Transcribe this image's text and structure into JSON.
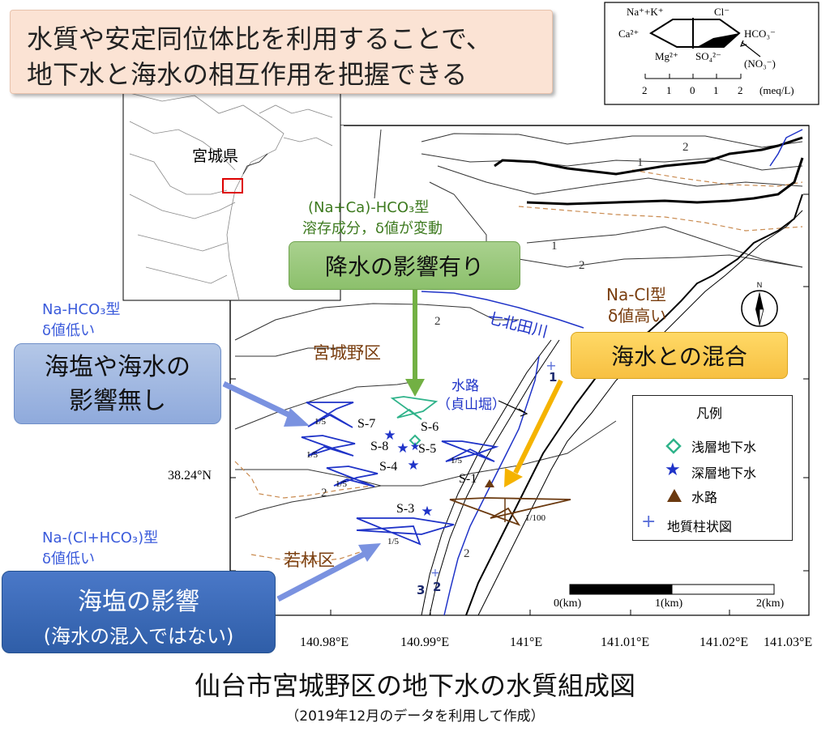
{
  "header": {
    "line1": "水質や安定同位体比を利用することで、",
    "line2": "地下水と海水の相互作用を把握できる"
  },
  "inset_map": {
    "prefecture_label": "宮城県"
  },
  "stiff_diagram_key": {
    "top_left": "Na⁺+K⁺",
    "top_right": "Cl⁻",
    "mid_left": "Ca²⁺",
    "mid_right": "HCO₃⁻",
    "bot_left": "Mg²⁺",
    "bot_center": "SO₄²⁻",
    "bot_right": "(NO₃⁻)",
    "scale_ticks": [
      "2",
      "1",
      "0",
      "1",
      "2"
    ],
    "scale_unit": "(meq/L)"
  },
  "annotations": {
    "green_type": "(Na+Ca)-HCO₃型",
    "green_desc": "溶存成分，δ値が変動",
    "green_box": "降水の影響有り",
    "orange_type": "Na-Cl型",
    "orange_desc": "δ値高い",
    "orange_box": "海水との混合",
    "blue1_type": "Na-HCO₃型",
    "blue1_desc": "δ値低い",
    "blue1_box_line1": "海塩や海水の",
    "blue1_box_line2": "影響無し",
    "blue2_type": "Na-(Cl+HCO₃)型",
    "blue2_desc": "δ値低い",
    "blue2_box_line1": "海塩の影響",
    "blue2_box_line2": "(海水の混入ではない)"
  },
  "map_labels": {
    "ward_miyagino": "宮城野区",
    "ward_wakabayashi": "若林区",
    "river": "七北田川",
    "canal_line1": "水路",
    "canal_line2": "（貞山堀）",
    "contour_1": "1",
    "contour_2": "2",
    "borehole_1": "1",
    "borehole_3": "3",
    "borehole_2": "2",
    "scale_small": "1/5",
    "scale_large": "1/100",
    "lat_label": "38.24°N"
  },
  "samples": {
    "s1": "S-1",
    "s3": "S-3",
    "s4": "S-4",
    "s5": "S-5",
    "s6": "S-6",
    "s7": "S-7",
    "s8": "S-8"
  },
  "legend": {
    "title": "凡例",
    "shallow": "浅層地下水",
    "deep": "深層地下水",
    "channel": "水路",
    "borehole": "地質柱状図"
  },
  "scale_bar": {
    "labels": [
      "0(km)",
      "1(km)",
      "2(km)"
    ]
  },
  "longitude_labels": [
    "140.98°E",
    "140.99°E",
    "141°E",
    "141.01°E",
    "141.02°E",
    "141.03°E"
  ],
  "caption": {
    "title": "仙台市宮城野区の地下水の水質組成図",
    "subtitle": "（2019年12月のデータを利用して作成）"
  },
  "colors": {
    "stiff_blue": "#1f33c8",
    "stiff_green": "#2fb38a",
    "stiff_brown": "#6b3a10",
    "ward_text": "#7a3e0f",
    "river_blue": "#1f33c8",
    "green_arrow": "#72b043",
    "orange_arrow": "#f5b300",
    "blue_arrow": "#7a92e0",
    "dashed_brown": "#c98a4f"
  }
}
